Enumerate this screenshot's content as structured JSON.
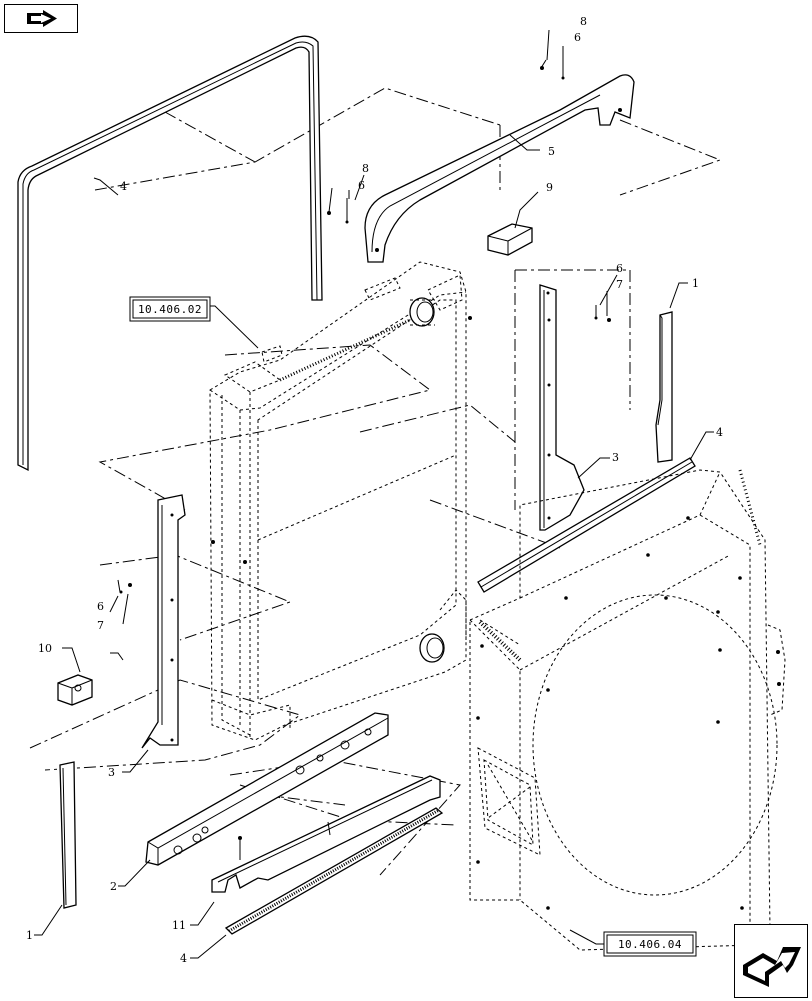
{
  "diagram": {
    "callouts": {
      "c1a": "1",
      "c1b": "1",
      "c2": "2",
      "c3a": "3",
      "c3b": "3",
      "c4a": "4",
      "c4b": "4",
      "c4c": "4",
      "c5": "5",
      "c6a": "6",
      "c6b": "6",
      "c6c": "6",
      "c6d": "6",
      "c7a": "7",
      "c7b": "7",
      "c8a": "8",
      "c8b": "8",
      "c9": "9",
      "c10": "10",
      "c11": "11"
    },
    "references": {
      "radiator": "10.406.02",
      "shroud": "10.406.04"
    }
  },
  "navigation": {
    "previous_icon": "arrow-previous-icon",
    "next_icon": "arrow-next-icon"
  }
}
